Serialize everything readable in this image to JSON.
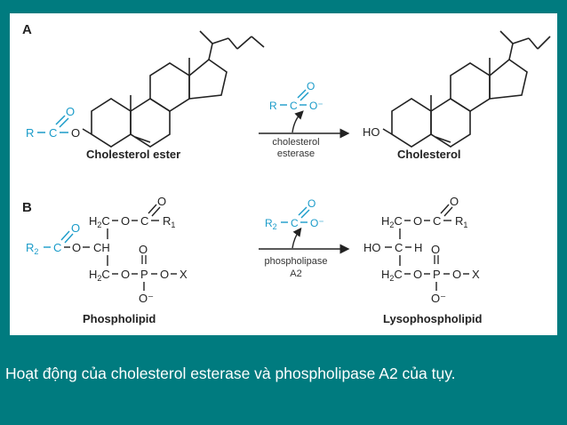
{
  "panels": {
    "a_label": "A",
    "b_label": "B"
  },
  "panel_a": {
    "left_caption": "Cholesterol ester",
    "right_caption": "Cholesterol",
    "enzyme_line1": "cholesterol",
    "enzyme_line2": "esterase",
    "ester_r": "R",
    "product_r": "R",
    "hydroxyl": "HO"
  },
  "panel_b": {
    "left_caption": "Phospholipid",
    "right_caption": "Lysophospholipid",
    "enzyme_line1": "phospholipase",
    "enzyme_line2": "A2",
    "r1": "R1",
    "r2": "R2"
  },
  "caption": "Hoạt động của cholesterol esterase và phospholipase A2 của tụy.",
  "colors": {
    "background": "#007b7f",
    "figure_bg": "#ffffff",
    "accent_blue": "#1a9bc9",
    "ink": "#222222",
    "caption_text": "#ffffff"
  }
}
